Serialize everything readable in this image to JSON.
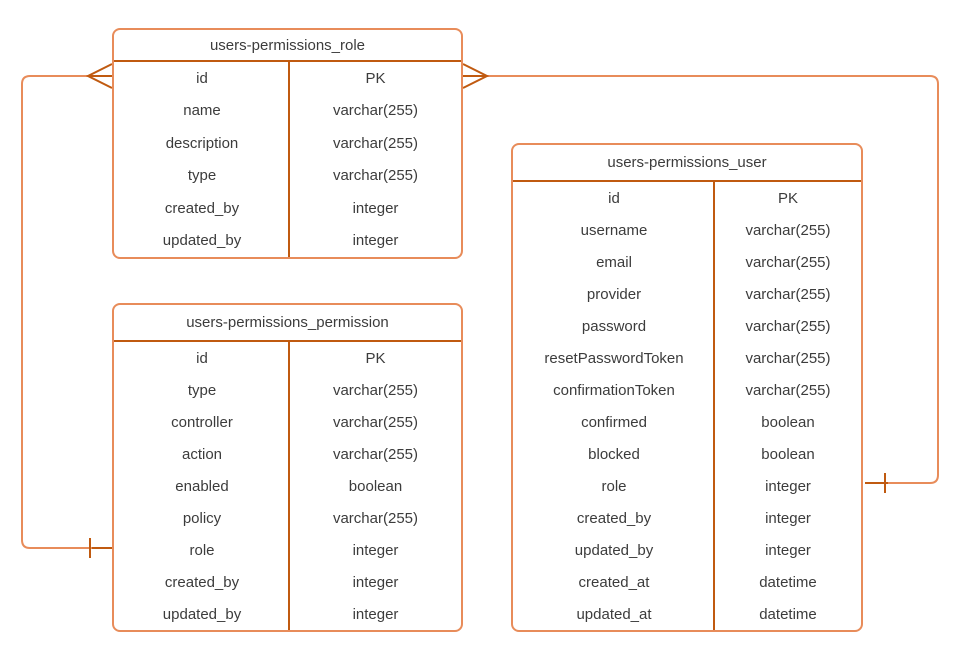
{
  "colors": {
    "table_border": "#e88c5a",
    "divider": "#c05a10",
    "line_light": "#e88c5a",
    "line_dark": "#c05a10",
    "text": "#3c3c3c",
    "background": "#ffffff"
  },
  "tables": [
    {
      "name": "users-permissions_role",
      "rows": [
        {
          "field": "id",
          "type": "PK"
        },
        {
          "field": "name",
          "type": "varchar(255)"
        },
        {
          "field": "description",
          "type": "varchar(255)"
        },
        {
          "field": "type",
          "type": "varchar(255)"
        },
        {
          "field": "created_by",
          "type": "integer"
        },
        {
          "field": "updated_by",
          "type": "integer"
        }
      ]
    },
    {
      "name": "users-permissions_permission",
      "rows": [
        {
          "field": "id",
          "type": "PK"
        },
        {
          "field": "type",
          "type": "varchar(255)"
        },
        {
          "field": "controller",
          "type": "varchar(255)"
        },
        {
          "field": "action",
          "type": "varchar(255)"
        },
        {
          "field": "enabled",
          "type": "boolean"
        },
        {
          "field": "policy",
          "type": "varchar(255)"
        },
        {
          "field": "role",
          "type": "integer"
        },
        {
          "field": "created_by",
          "type": "integer"
        },
        {
          "field": "updated_by",
          "type": "integer"
        }
      ]
    },
    {
      "name": "users-permissions_user",
      "rows": [
        {
          "field": "id",
          "type": "PK"
        },
        {
          "field": "username",
          "type": "varchar(255)"
        },
        {
          "field": "email",
          "type": "varchar(255)"
        },
        {
          "field": "provider",
          "type": "varchar(255)"
        },
        {
          "field": "password",
          "type": "varchar(255)"
        },
        {
          "field": "resetPasswordToken",
          "type": "varchar(255)"
        },
        {
          "field": "confirmationToken",
          "type": "varchar(255)"
        },
        {
          "field": "confirmed",
          "type": "boolean"
        },
        {
          "field": "blocked",
          "type": "boolean"
        },
        {
          "field": "role",
          "type": "integer"
        },
        {
          "field": "created_by",
          "type": "integer"
        },
        {
          "field": "updated_by",
          "type": "integer"
        },
        {
          "field": "created_at",
          "type": "datetime"
        },
        {
          "field": "updated_at",
          "type": "datetime"
        }
      ]
    }
  ],
  "relationships": [
    {
      "from_table": "users-permissions_permission",
      "from_field": "role",
      "from_marker": "one",
      "to_table": "users-permissions_role",
      "to_field": "id",
      "to_marker": "many"
    },
    {
      "from_table": "users-permissions_user",
      "from_field": "role",
      "from_marker": "one",
      "to_table": "users-permissions_role",
      "to_field": "id",
      "to_marker": "many"
    }
  ]
}
